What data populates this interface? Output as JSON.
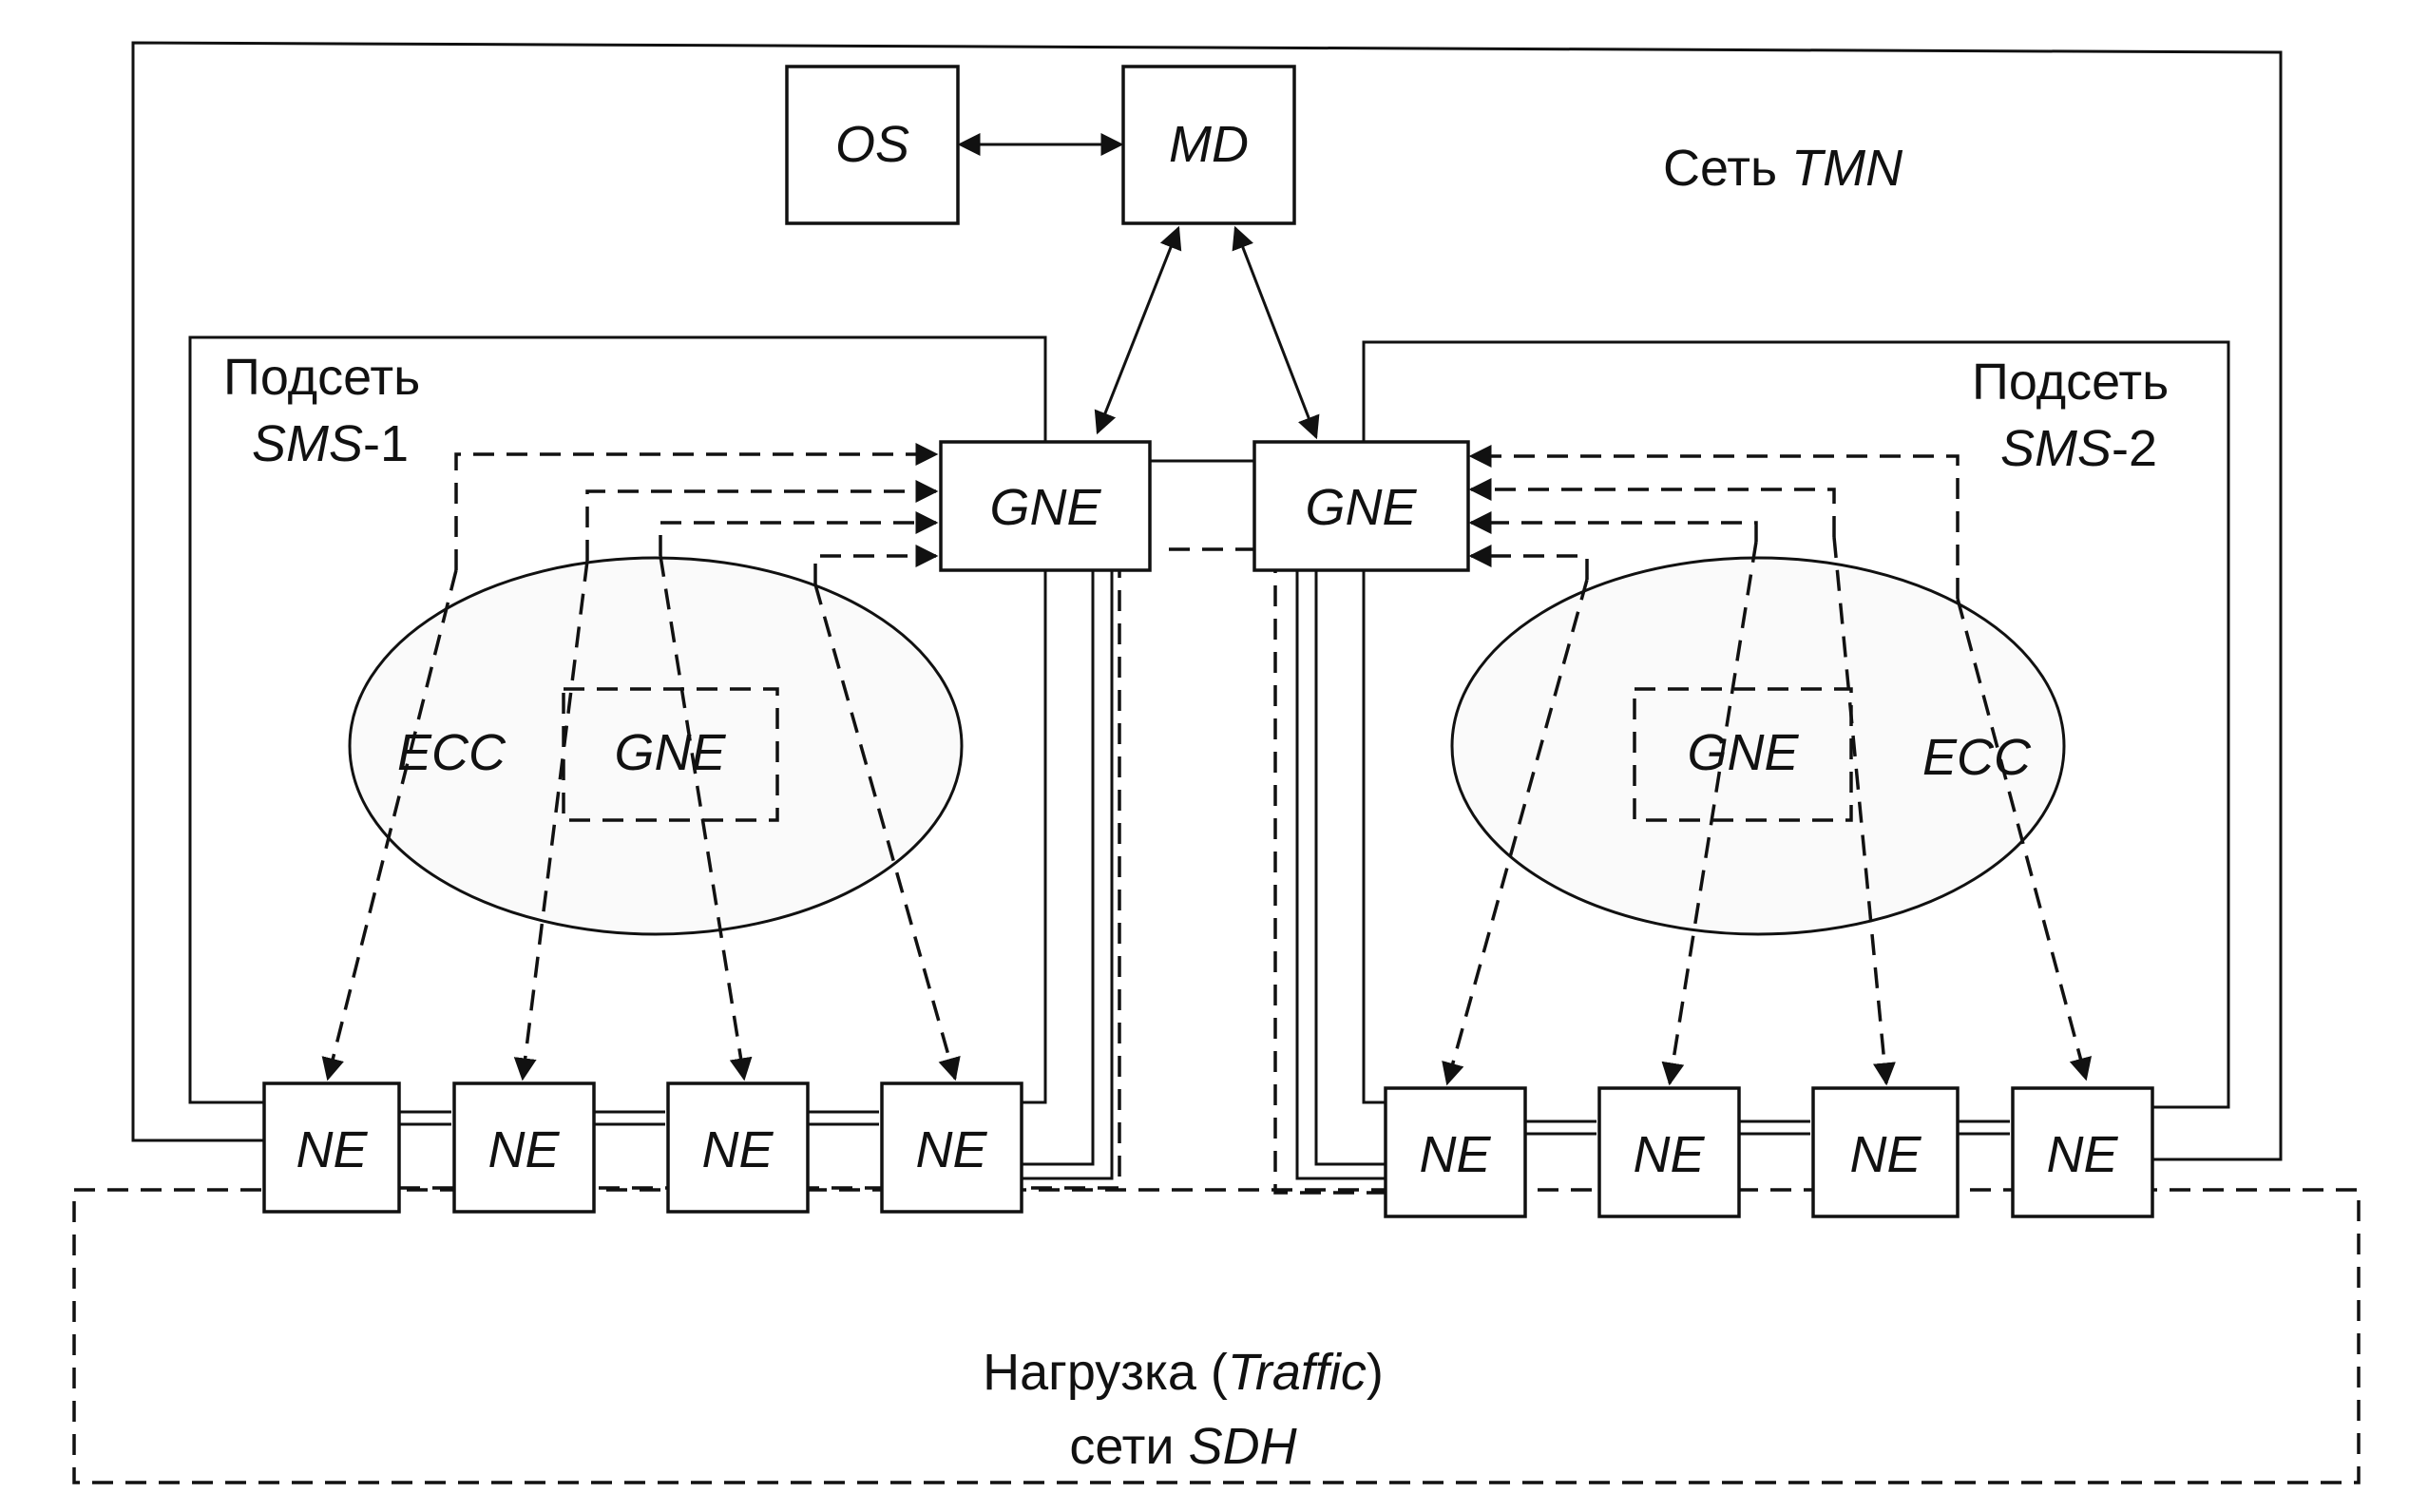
{
  "labels": {
    "tmn_net_prefix": "Сеть",
    "tmn_net_name": "TMN",
    "subnet1_word": "Подсеть",
    "subnet1_name": "SMS",
    "subnet1_num": "-1",
    "subnet2_word": "Подсеть",
    "subnet2_name": "SMS",
    "subnet2_num": "-2",
    "traffic_line1_prefix": "Нагрузка (",
    "traffic_line1_en": "Traffic",
    "traffic_line1_suffix": ")",
    "traffic_line2_prefix": "сети",
    "traffic_line2_en": "SDH",
    "ecc": "ECC"
  },
  "nodes": {
    "os": "OS",
    "md": "MD",
    "gne": "GNE",
    "ne": "NE"
  }
}
